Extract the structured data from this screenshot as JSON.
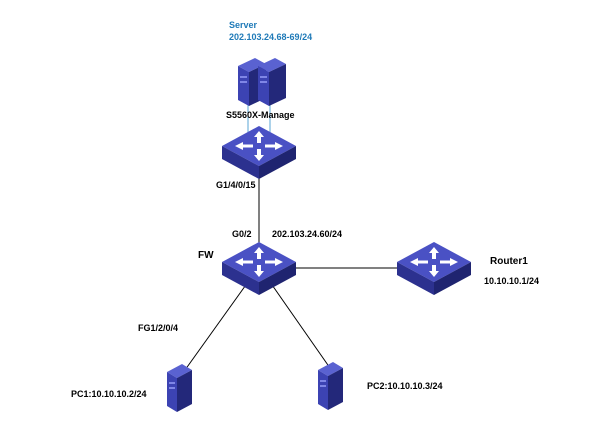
{
  "server": {
    "name": "Server",
    "ip": "202.103.24.68-69/24"
  },
  "core_switch": {
    "name": "S5560X-Manage",
    "port": "G1/4/0/15"
  },
  "firewall": {
    "name": "FW",
    "port": "G0/2",
    "ip": "202.103.24.60/24",
    "lower_port": "FG1/2/0/4"
  },
  "router": {
    "name": "Router1",
    "ip": "10.10.10.1/24"
  },
  "pc1": {
    "label": "PC1:10.10.10.2/24"
  },
  "pc2": {
    "label": "PC2:10.10.10.3/24"
  },
  "colors": {
    "device_dark": "#2a2f8f",
    "device_mid": "#3c43b3",
    "device_light": "#5a62d1",
    "label_blue": "#1f7ab8",
    "link": "#000000",
    "server_link": "#5aa6d6"
  }
}
